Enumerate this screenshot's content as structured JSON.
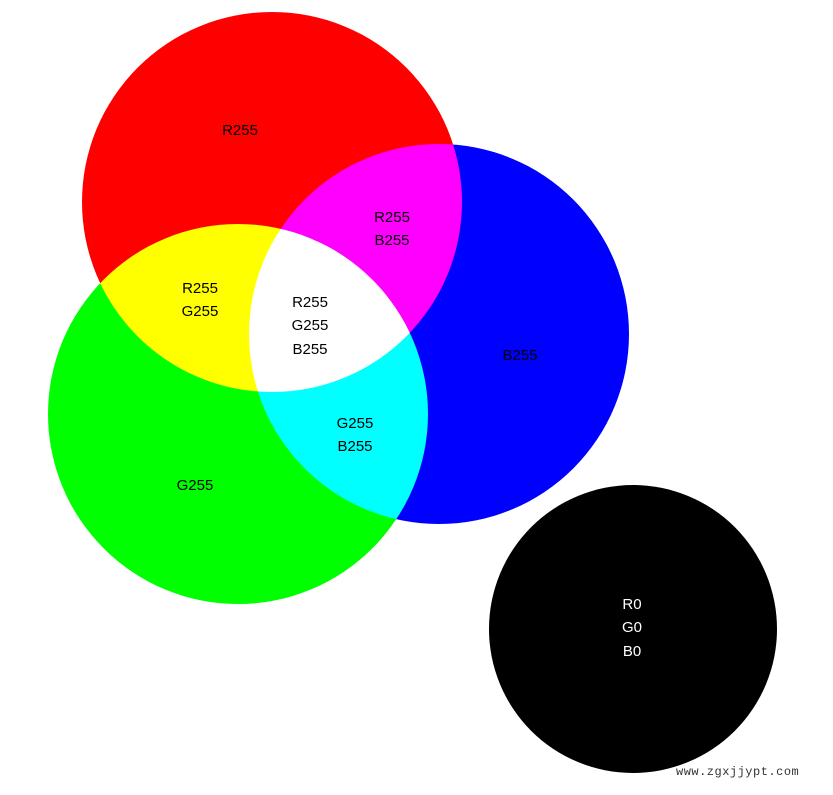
{
  "labels": {
    "red": "R255",
    "blue": "B255",
    "green": "G255",
    "rg": [
      "R255",
      "G255"
    ],
    "rb": [
      "R255",
      "B255"
    ],
    "gb": [
      "G255",
      "B255"
    ],
    "rgb": [
      "R255",
      "G255",
      "B255"
    ],
    "black": [
      "R0",
      "G0",
      "B0"
    ]
  },
  "colors": {
    "red": "#ff0000",
    "green": "#00ff00",
    "blue": "#0000ff",
    "black": "#000000"
  },
  "watermark": "www.zgxjjypt.com"
}
